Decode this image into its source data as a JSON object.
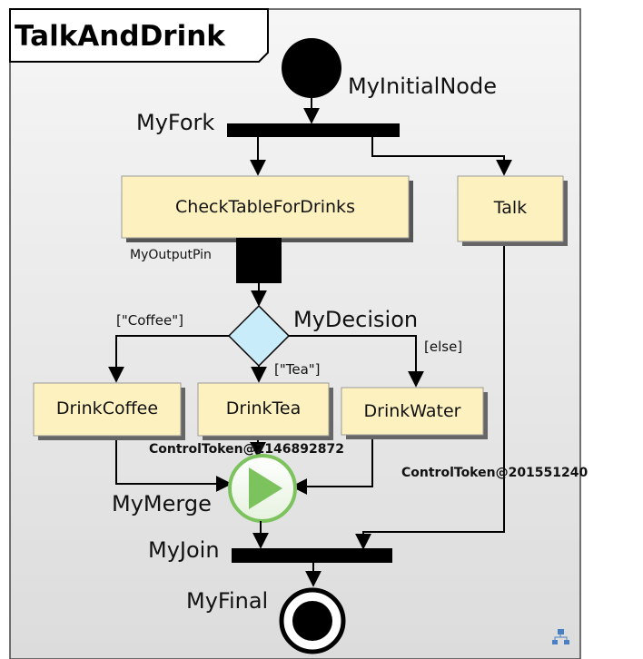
{
  "diagram": {
    "title": "TalkAndDrink",
    "initial_node": "MyInitialNode",
    "fork": "MyFork",
    "actions": {
      "check": "CheckTableForDrinks",
      "talk": "Talk",
      "coffee": "DrinkCoffee",
      "tea": "DrinkTea",
      "water": "DrinkWater"
    },
    "output_pin": "MyOutputPin",
    "decision": "MyDecision",
    "guards": {
      "coffee": "[\"Coffee\"]",
      "tea": "[\"Tea\"]",
      "else": "[else]"
    },
    "tokens": {
      "left": "ControlToken@2146892872",
      "right": "ControlToken@201551240"
    },
    "merge": "MyMerge",
    "join": "MyJoin",
    "final": "MyFinal"
  },
  "colors": {
    "action_fill": "#fdf2bf",
    "decision_fill": "#c9ecfb",
    "frame_fill": "#e8e8e8",
    "play_green": "#7cc35e"
  },
  "icons": {
    "play": "play-icon",
    "corner": "hierarchy-icon"
  }
}
